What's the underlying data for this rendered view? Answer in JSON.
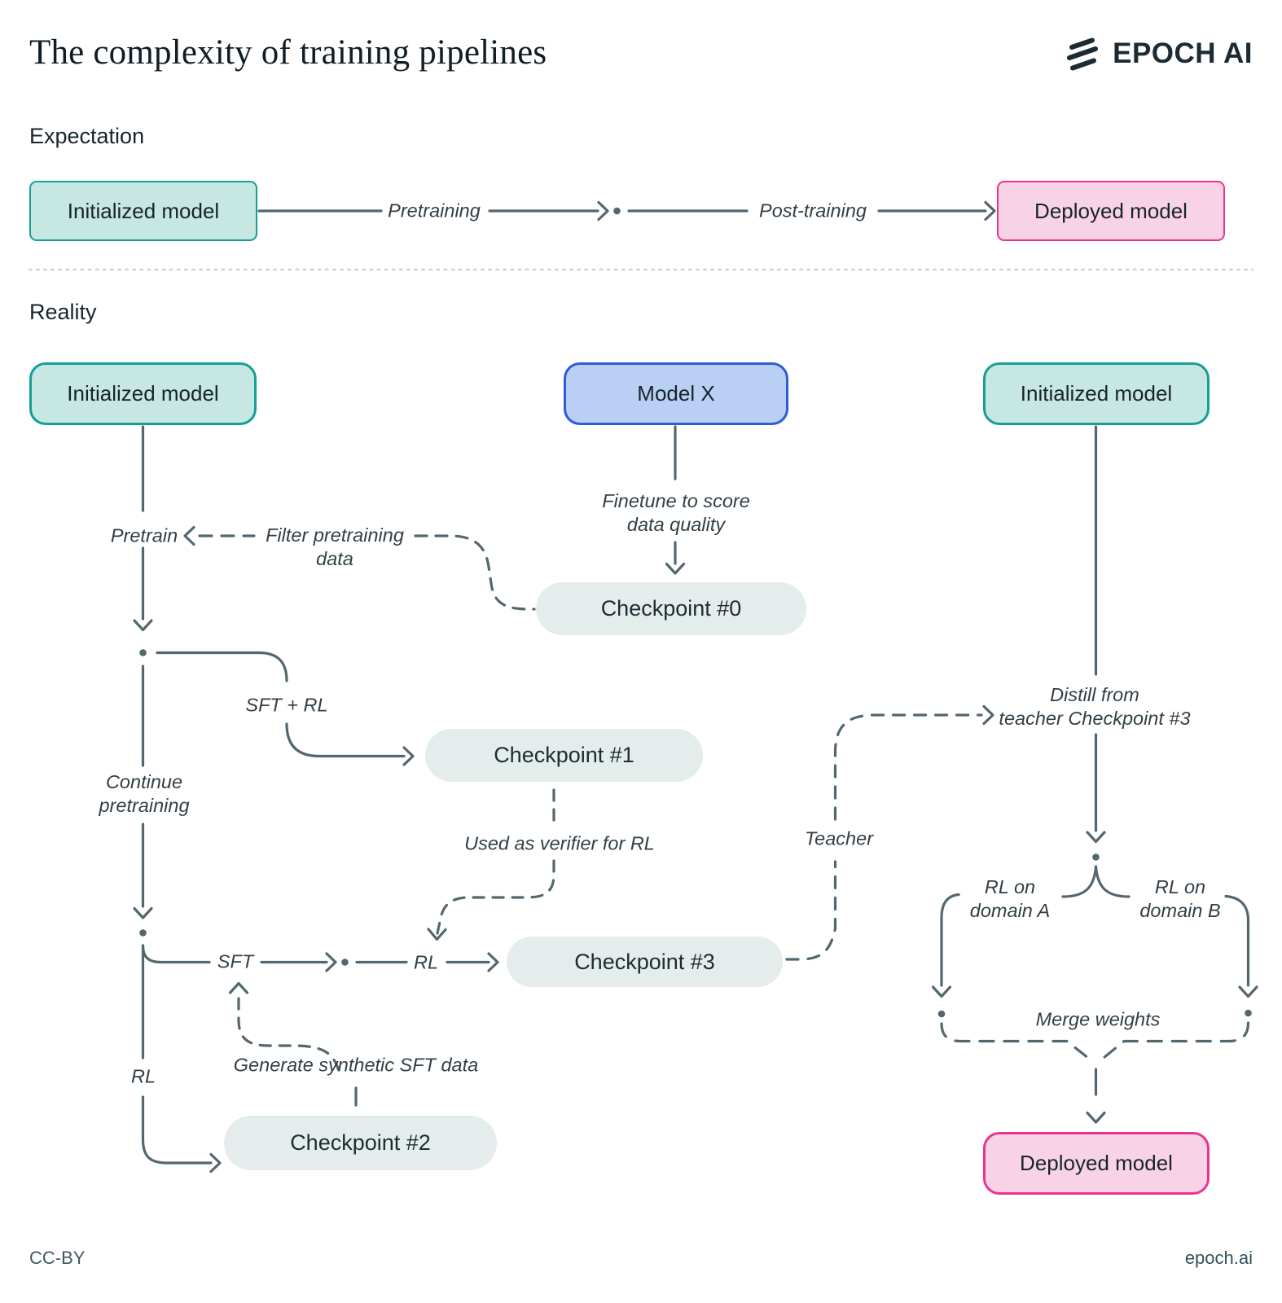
{
  "header": {
    "title": "The complexity of training pipelines",
    "brand": "EPOCH AI"
  },
  "sections": {
    "expectation": "Expectation",
    "reality": "Reality"
  },
  "expectation": {
    "initialized_model": "Initialized model",
    "pretraining": "Pretraining",
    "post_training": "Post-training",
    "deployed_model": "Deployed model"
  },
  "reality": {
    "initialized_model_left": "Initialized model",
    "model_x": "Model X",
    "initialized_model_right": "Initialized model",
    "pretrain": "Pretrain",
    "filter_line1": "Filter pretraining",
    "filter_line2": "data",
    "finetune_line1": "Finetune to score",
    "finetune_line2": "data quality",
    "checkpoint0": "Checkpoint #0",
    "sft_rl": "SFT + RL",
    "checkpoint1": "Checkpoint #1",
    "continue_line1": "Continue",
    "continue_line2": "pretraining",
    "used_as_verifier": "Used as verifier for RL",
    "sft": "SFT",
    "rl_mid": "RL",
    "checkpoint3": "Checkpoint #3",
    "rl_left": "RL",
    "generate_synthetic": "Generate synthetic SFT data",
    "checkpoint2": "Checkpoint #2",
    "teacher": "Teacher",
    "distill_line1": "Distill from",
    "distill_line2": "teacher Checkpoint #3",
    "rl_domain_a_line1": "RL on",
    "rl_domain_a_line2": "domain A",
    "rl_domain_b_line1": "RL on",
    "rl_domain_b_line2": "domain B",
    "merge_weights": "Merge weights",
    "deployed_model": "Deployed model"
  },
  "footer": {
    "license": "CC-BY",
    "site": "epoch.ai"
  },
  "colors": {
    "teal_fill": "#c7e7e3",
    "teal_border": "#14a097",
    "pink_fill": "#f8d3e5",
    "pink_border": "#e9358f",
    "blue_fill": "#bacff4",
    "blue_border": "#2f5cd6",
    "pill_fill": "#e4edec",
    "connector": "#54676f",
    "text_dark": "#16242c",
    "divider": "#ccd6d9"
  }
}
